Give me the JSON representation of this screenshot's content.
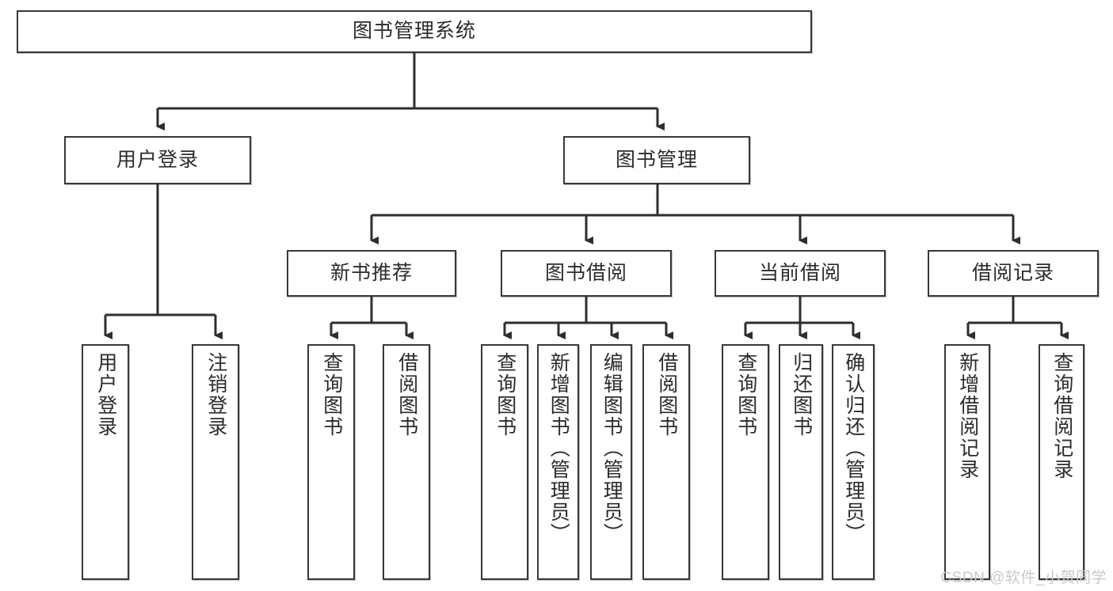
{
  "diagram": {
    "title": "图书管理系统",
    "type": "tree-hierarchy-chart",
    "watermark": "CSDN @软件_小贺同学",
    "colors": {
      "box_border": "#36383b",
      "box_fill": "#ffffff",
      "edge": "#2e2e2e",
      "text": "#2b2b2b",
      "watermark": "#c9c9c9"
    },
    "root": {
      "label": "图书管理系统"
    },
    "level1": [
      {
        "label": "用户登录"
      },
      {
        "label": "图书管理"
      }
    ],
    "level2": [
      {
        "label": "新书推荐"
      },
      {
        "label": "图书借阅"
      },
      {
        "label": "当前借阅"
      },
      {
        "label": "借阅记录"
      }
    ],
    "leaves": {
      "user_login": [
        {
          "label": "用户登录"
        },
        {
          "label": "注销登录"
        }
      ],
      "new_book_recommend": [
        {
          "label": "查询图书"
        },
        {
          "label": "借阅图书"
        }
      ],
      "book_borrow": [
        {
          "label": "查询图书"
        },
        {
          "label": "新增图书（管理员）"
        },
        {
          "label": "编辑图书（管理员）"
        },
        {
          "label": "借阅图书"
        }
      ],
      "current_borrow": [
        {
          "label": "查询图书"
        },
        {
          "label": "归还图书"
        },
        {
          "label": "确认归还（管理员）"
        }
      ],
      "borrow_record": [
        {
          "label": "新增借阅记录"
        },
        {
          "label": "查询借阅记录"
        }
      ]
    }
  }
}
